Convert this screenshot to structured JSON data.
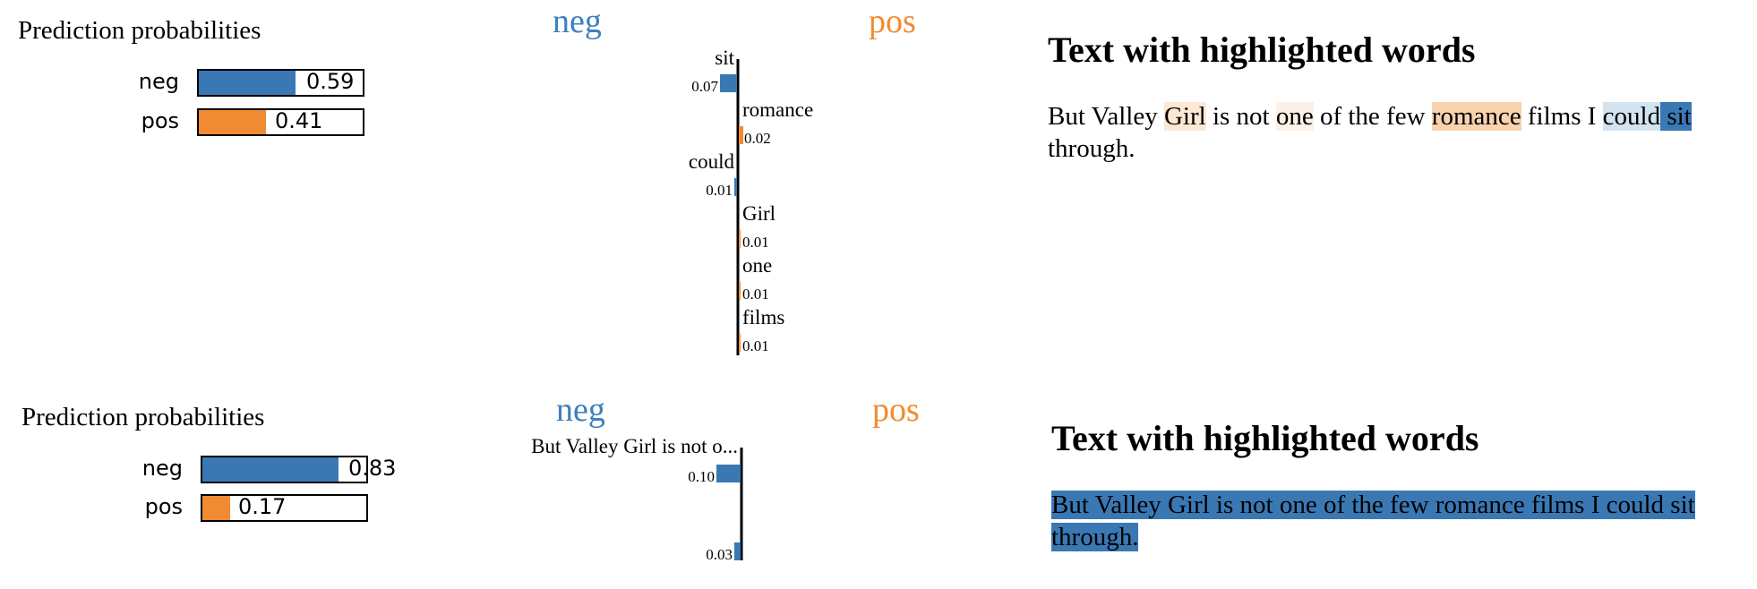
{
  "colors": {
    "neg": "#3f7fbf",
    "pos": "#f28b2f",
    "neg_bar": "#3a78b4",
    "pos_bar": "#f08a33"
  },
  "panels": [
    {
      "pred_title": "Prediction probabilities",
      "probs": [
        {
          "label": "neg",
          "value": 0.59,
          "value_text": "0.59",
          "color_key": "neg_bar"
        },
        {
          "label": "pos",
          "value": 0.41,
          "value_text": "0.41",
          "color_key": "pos_bar"
        }
      ],
      "neg_title": "neg",
      "pos_title": "pos",
      "features": [
        {
          "word": "sit",
          "weight": 0.07,
          "weight_text": "0.07",
          "class": "neg"
        },
        {
          "word": "romance",
          "weight": 0.02,
          "weight_text": "0.02",
          "class": "pos"
        },
        {
          "word": "could",
          "weight": 0.01,
          "weight_text": "0.01",
          "class": "neg"
        },
        {
          "word": "Girl",
          "weight": 0.01,
          "weight_text": "0.01",
          "class": "pos"
        },
        {
          "word": "one",
          "weight": 0.01,
          "weight_text": "0.01",
          "class": "pos"
        },
        {
          "word": "films",
          "weight": 0.01,
          "weight_text": "0.01",
          "class": "pos"
        }
      ],
      "text_title": "Text with highlighted words",
      "tokens": [
        {
          "t": "But Valley ",
          "bg": ""
        },
        {
          "t": "Girl",
          "bg": "#fde8d4"
        },
        {
          "t": " is not ",
          "bg": ""
        },
        {
          "t": "one",
          "bg": "#fdf0e6"
        },
        {
          "t": " of the few ",
          "bg": ""
        },
        {
          "t": "romance",
          "bg": "#f8d3ae"
        },
        {
          "t": " films I ",
          "bg": ""
        },
        {
          "t": "could",
          "bg": "#d4e3f0"
        },
        {
          "t": " ",
          "bg": "#3a78b4"
        },
        {
          "t": "sit",
          "bg": "#3a78b4"
        },
        {
          "t": " through.",
          "bg": ""
        }
      ]
    },
    {
      "pred_title": "Prediction probabilities",
      "probs": [
        {
          "label": "neg",
          "value": 0.83,
          "value_text": "0.83",
          "color_key": "neg_bar"
        },
        {
          "label": "pos",
          "value": 0.17,
          "value_text": "0.17",
          "color_key": "pos_bar"
        }
      ],
      "neg_title": "neg",
      "pos_title": "pos",
      "features": [
        {
          "word": "But Valley Girl is not o...",
          "weight": 0.1,
          "weight_text": "0.10",
          "class": "neg"
        },
        {
          "word": "",
          "weight": 0.03,
          "weight_text": "0.03",
          "class": "neg"
        }
      ],
      "text_title": "Text with highlighted words",
      "tokens": [
        {
          "t": "But Valley Girl is not one of the few romance films I could sit through.",
          "bg": "#3a78b4"
        }
      ]
    }
  ]
}
